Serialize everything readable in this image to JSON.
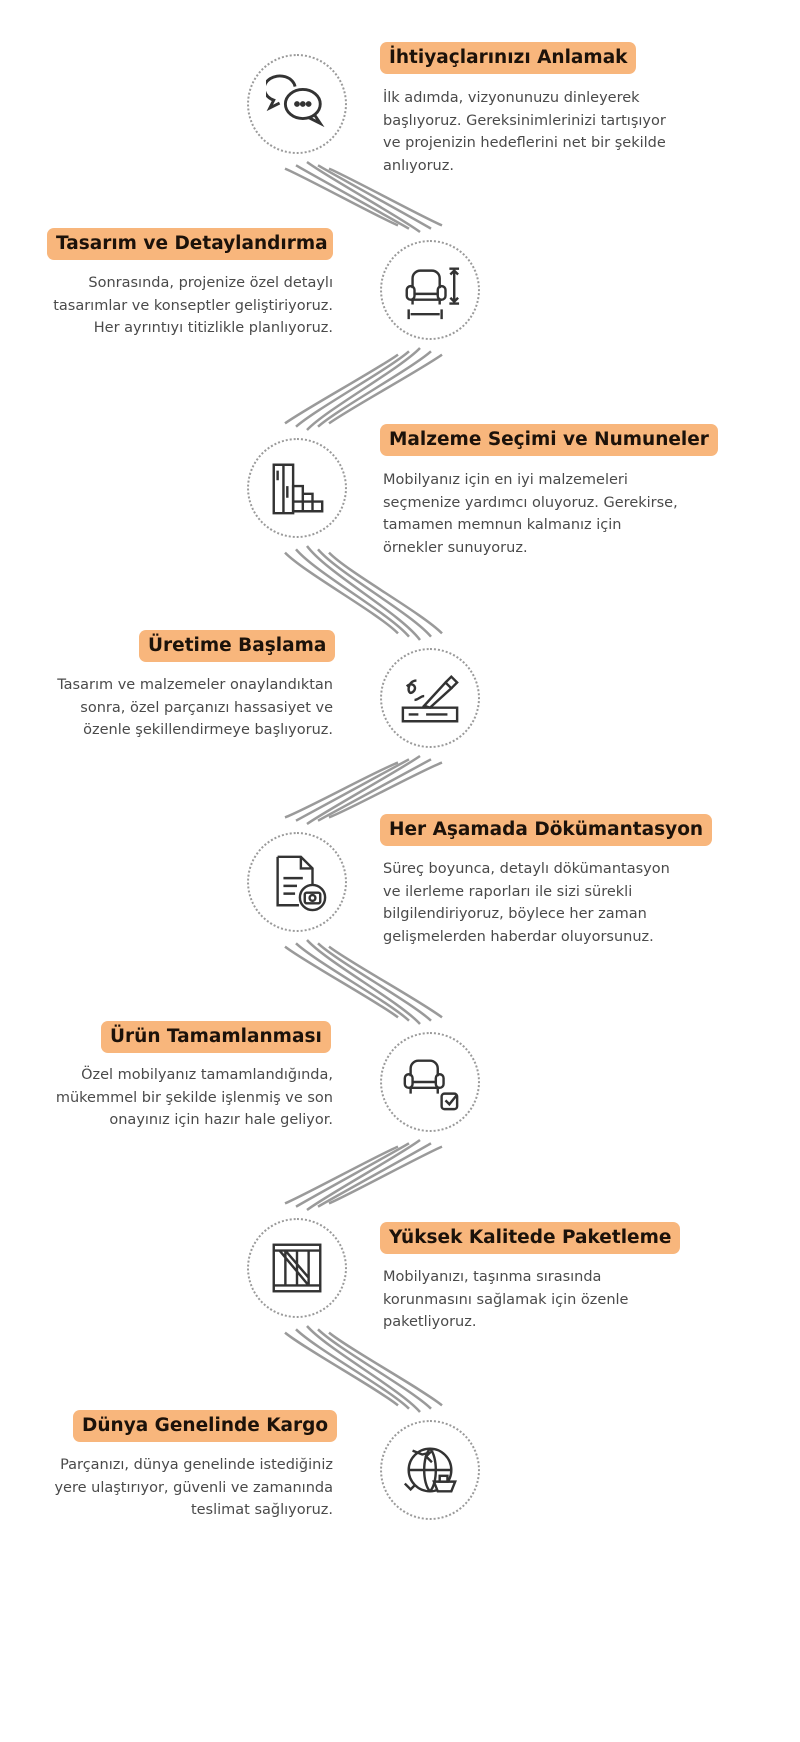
{
  "colors": {
    "accent": "#F8B67C",
    "title": "#1c120a",
    "text": "#4a4a4a",
    "line": "#9a9a9a"
  },
  "steps": [
    {
      "title": "İhtiyaçlarınızı Anlamak",
      "text": "İlk adımda, vizyonunuzu dinleyerek başlıyoruz. Gereksinimlerinizi tartışıyor ve projenizin hedeflerini net bir şekilde anlıyoruz.",
      "icon": "chat-bubbles-icon"
    },
    {
      "title": "Tasarım ve Detaylandırma",
      "text": "Sonrasında, projenize özel detaylı tasarımlar ve konseptler geliştiriyoruz. Her ayrıntıyı titizlikle planlıyoruz.",
      "icon": "armchair-dimensions-icon"
    },
    {
      "title": "Malzeme Seçimi ve Numuneler",
      "text": "Mobilyanız için en iyi malzemeleri seçmenize yardımcı oluyoruz. Gerekirse, tamamen memnun kalmanız için örnekler sunuyoruz.",
      "icon": "wood-materials-icon"
    },
    {
      "title": "Üretime Başlama",
      "text": "Tasarım ve malzemeler onaylandıktan sonra, özel parçanızı hassasiyet ve özenle şekillendirmeye başlıyoruz.",
      "icon": "chisel-wood-icon"
    },
    {
      "title": "Her Aşamada Dökümantasyon",
      "text": "Süreç boyunca, detaylı dökümantasyon ve ilerleme raporları ile sizi sürekli bilgilendiriyoruz, böylece her zaman gelişmelerden haberdar oluyorsunuz.",
      "icon": "document-camera-icon"
    },
    {
      "title": "Ürün Tamamlanması",
      "text": "Özel mobilyanız tamamlandığında, mükemmel bir şekilde işlenmiş ve son onayınız için hazır hale geliyor.",
      "icon": "armchair-check-icon"
    },
    {
      "title": "Yüksek Kalitede Paketleme",
      "text": "Mobilyanızı, taşınma sırasında korunmasını sağlamak için özenle paketliyoruz.",
      "icon": "wooden-crate-icon"
    },
    {
      "title": "Dünya Genelinde Kargo",
      "text": "Parçanızı, dünya genelinde istediğiniz yere ulaştırıyor, güvenli ve zamanında teslimat sağlıyoruz.",
      "icon": "global-shipping-icon"
    }
  ]
}
